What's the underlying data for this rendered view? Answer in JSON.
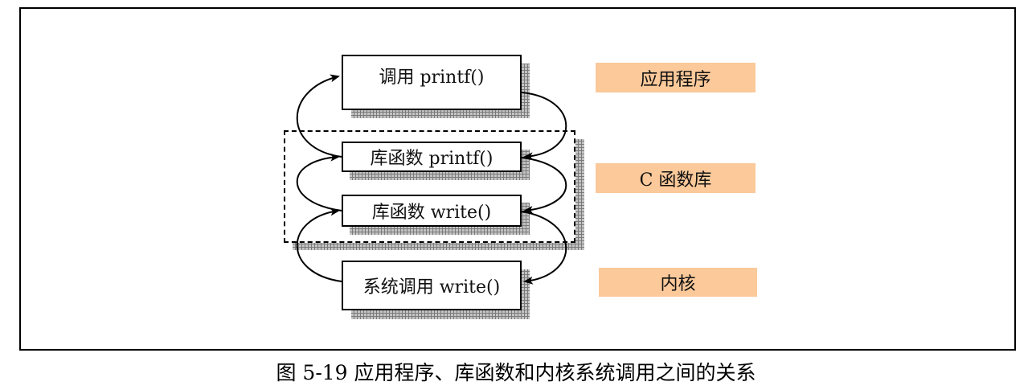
{
  "boxes": {
    "call_printf": "调用 printf()",
    "lib_printf": "库函数 printf()",
    "lib_write": "库函数 write()",
    "sys_write": "系统调用 write()"
  },
  "layers": {
    "application": "应用程序",
    "c_library": "C 函数库",
    "kernel": "内核"
  },
  "colors": {
    "layer_fill": "#fbc99a",
    "shadow": "#b3b3b3"
  },
  "caption": "图 5-19 应用程序、库函数和内核系统调用之间的关系"
}
